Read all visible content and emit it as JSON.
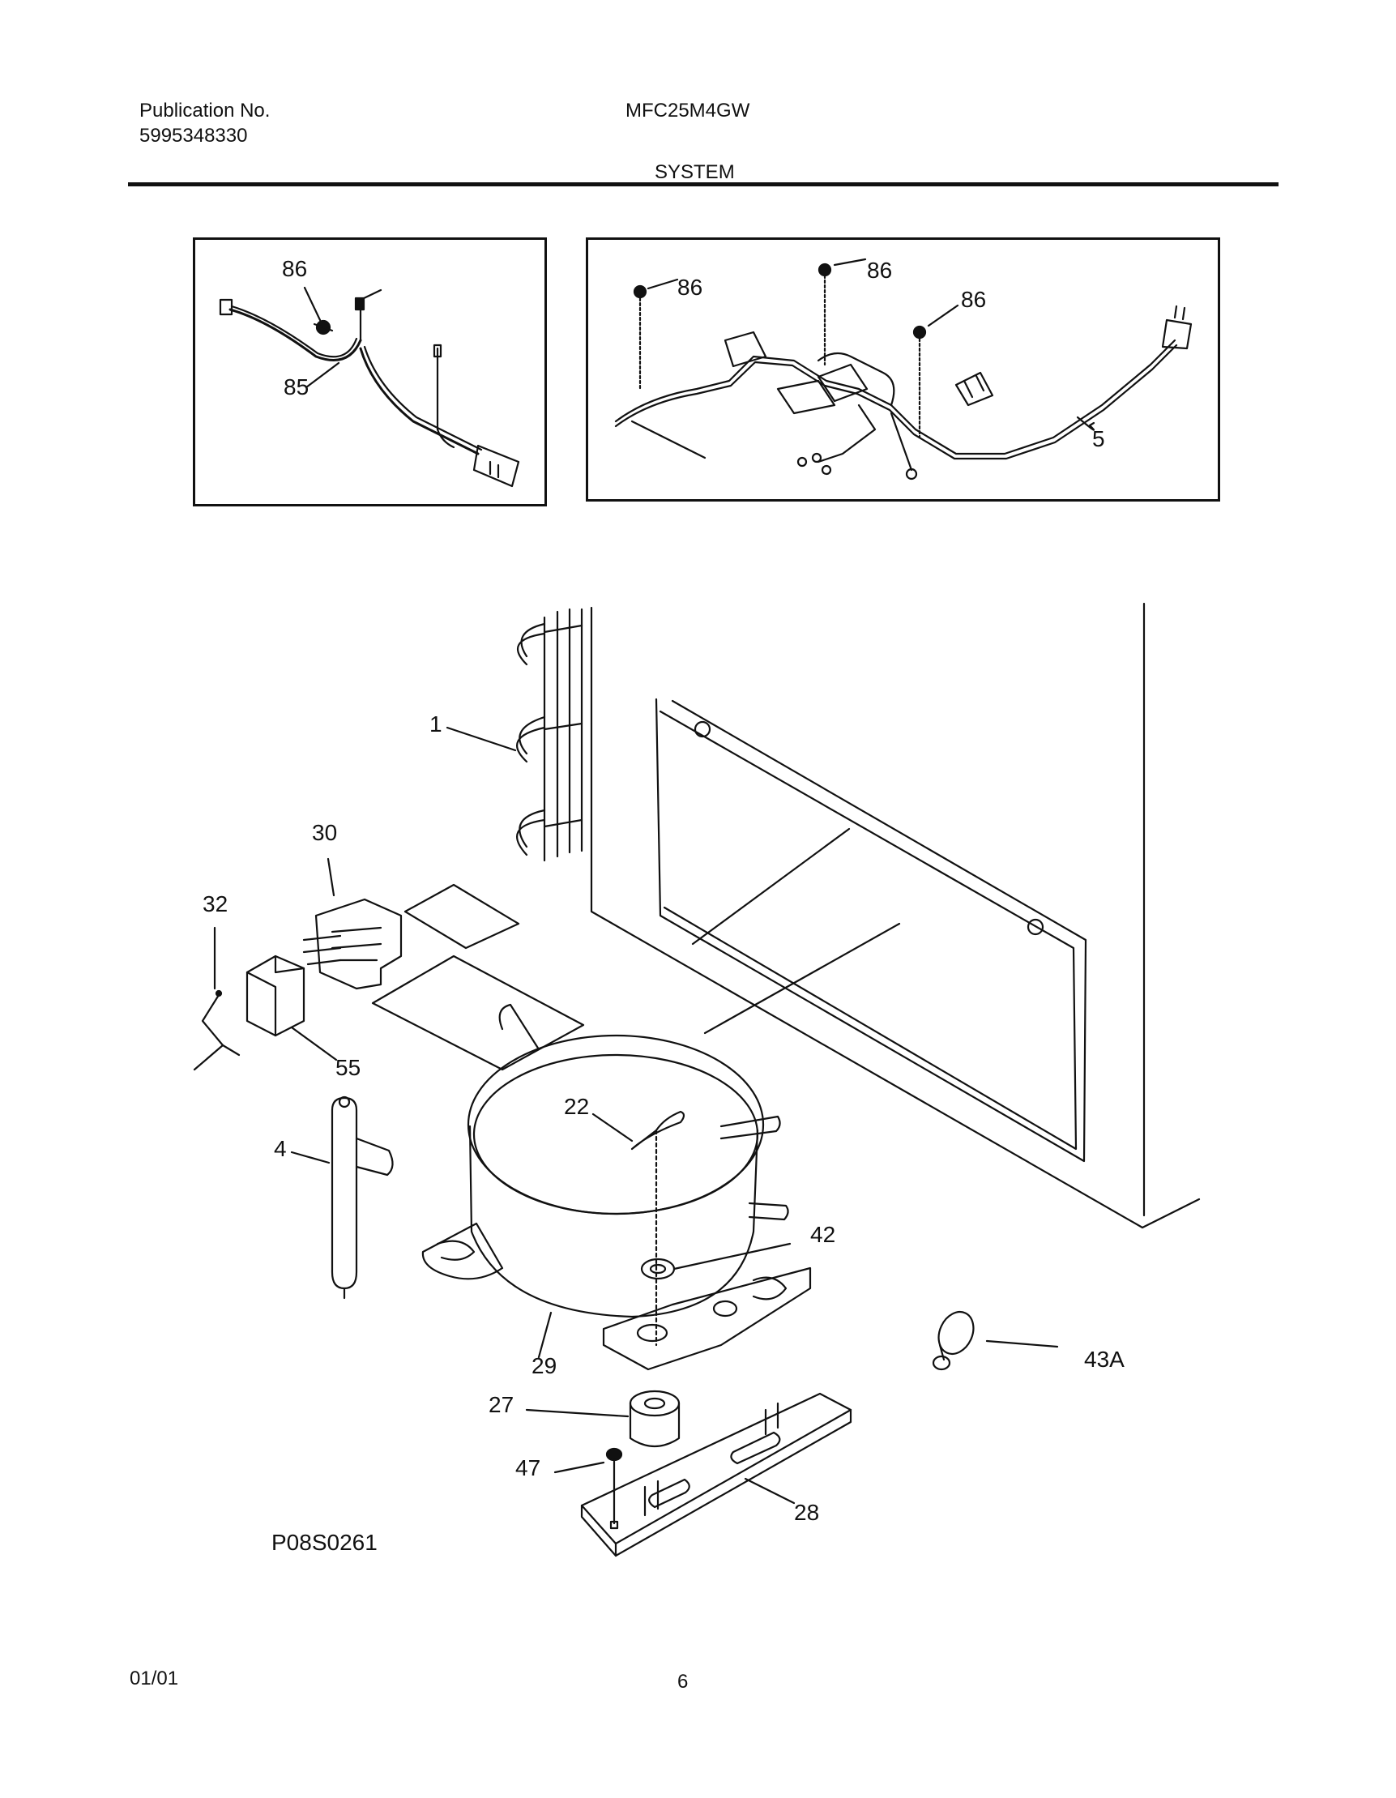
{
  "header": {
    "publication_label": "Publication No.",
    "publication_number": "5995348330",
    "model": "MFC25M4GW",
    "section": "SYSTEM"
  },
  "callouts": {
    "inset_left": [
      "86",
      "85"
    ],
    "inset_right": [
      "86",
      "86",
      "86",
      "5"
    ],
    "main": [
      "1",
      "30",
      "32",
      "55",
      "4",
      "22",
      "42",
      "29",
      "27",
      "47",
      "28",
      "43A"
    ]
  },
  "diagram_code": "P08S0261",
  "footer": {
    "date": "01/01",
    "page": "6"
  }
}
